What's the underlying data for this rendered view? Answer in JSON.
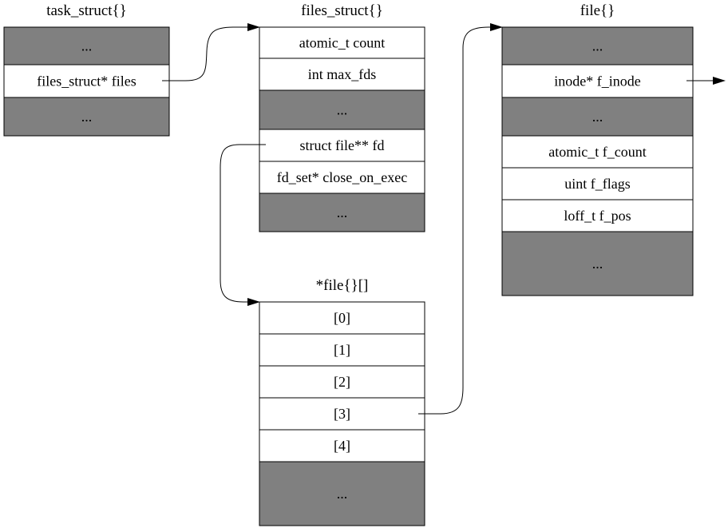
{
  "colors": {
    "filled_cell": "#808080",
    "plain_cell": "#ffffff",
    "stroke": "#000000"
  },
  "structs": [
    {
      "id": "task-struct",
      "title": "task_struct{}",
      "cells": [
        {
          "label": "...",
          "filled": true
        },
        {
          "label": "files_struct* files",
          "filled": false
        },
        {
          "label": "...",
          "filled": true
        }
      ]
    },
    {
      "id": "files-struct",
      "title": "files_struct{}",
      "cells": [
        {
          "label": "atomic_t count",
          "filled": false
        },
        {
          "label": "int max_fds",
          "filled": false
        },
        {
          "label": "...",
          "filled": true
        },
        {
          "label": "struct file** fd",
          "filled": false
        },
        {
          "label": "fd_set* close_on_exec",
          "filled": false
        },
        {
          "label": "...",
          "filled": true
        }
      ]
    },
    {
      "id": "file-array",
      "title": "*file{}[]",
      "cells": [
        {
          "label": "[0]",
          "filled": false
        },
        {
          "label": "[1]",
          "filled": false
        },
        {
          "label": "[2]",
          "filled": false
        },
        {
          "label": "[3]",
          "filled": false
        },
        {
          "label": "[4]",
          "filled": false
        },
        {
          "label": "...",
          "filled": true
        }
      ]
    },
    {
      "id": "file-struct",
      "title": "file{}",
      "cells": [
        {
          "label": "...",
          "filled": true
        },
        {
          "label": "inode* f_inode",
          "filled": false
        },
        {
          "label": "...",
          "filled": true
        },
        {
          "label": "atomic_t f_count",
          "filled": false
        },
        {
          "label": "uint f_flags",
          "filled": false
        },
        {
          "label": "loff_t f_pos",
          "filled": false
        },
        {
          "label": "...",
          "filled": true
        }
      ]
    }
  ],
  "pointers": [
    {
      "id": "task-files-to-files-struct",
      "from": "task-struct.files_struct* files",
      "to": "files-struct"
    },
    {
      "id": "fd-to-file-array",
      "from": "files-struct.struct file** fd",
      "to": "file-array"
    },
    {
      "id": "slot3-to-file",
      "from": "file-array.[3]",
      "to": "file-struct"
    },
    {
      "id": "inode-pointer-out",
      "from": "file-struct.inode* f_inode",
      "to": ""
    }
  ]
}
